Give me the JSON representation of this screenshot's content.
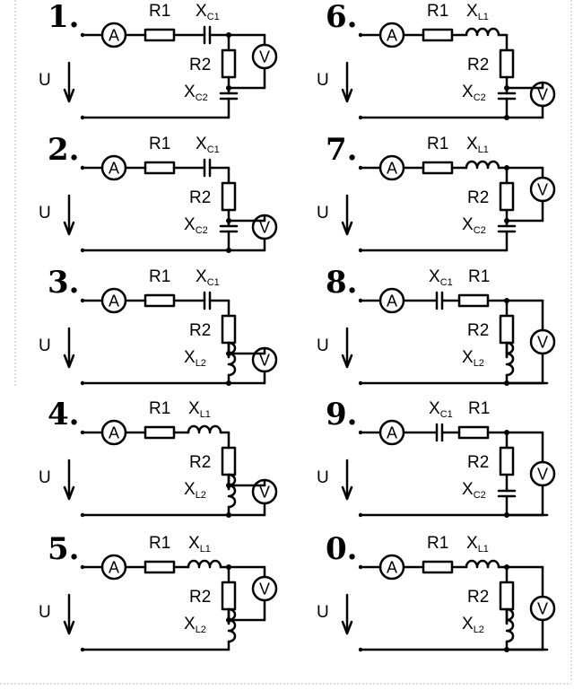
{
  "labels": {
    "voltage": "U",
    "ammeter": "A",
    "voltmeter": "V",
    "R1": "R1",
    "R2": "R2",
    "X": "X",
    "C1": "C1",
    "C2": "C2",
    "L1": "L1",
    "L2": "L2"
  },
  "circuits": [
    {
      "number": "1.",
      "first_reactive": "C1",
      "first_before_R1": false,
      "load": [
        "R2",
        "C2"
      ],
      "voltmeter_across": "R2"
    },
    {
      "number": "2.",
      "first_reactive": "C1",
      "first_before_R1": false,
      "load": [
        "R2",
        "C2"
      ],
      "voltmeter_across": "C2"
    },
    {
      "number": "3.",
      "first_reactive": "C1",
      "first_before_R1": false,
      "load": [
        "R2",
        "L2"
      ],
      "voltmeter_across": "L2"
    },
    {
      "number": "4.",
      "first_reactive": "L1",
      "first_before_R1": false,
      "load": [
        "R2",
        "L2"
      ],
      "voltmeter_across": "L2"
    },
    {
      "number": "5.",
      "first_reactive": "L1",
      "first_before_R1": false,
      "load": [
        "R2",
        "L2"
      ],
      "voltmeter_across": "R2"
    },
    {
      "number": "6.",
      "first_reactive": "L1",
      "first_before_R1": false,
      "load": [
        "R2",
        "C2"
      ],
      "voltmeter_across": "C2"
    },
    {
      "number": "7.",
      "first_reactive": "L1",
      "first_before_R1": false,
      "load": [
        "R2",
        "C2"
      ],
      "voltmeter_across": "R2"
    },
    {
      "number": "8.",
      "first_reactive": "C1",
      "first_before_R1": true,
      "load": [
        "R2",
        "L2"
      ],
      "voltmeter_across": "all"
    },
    {
      "number": "9.",
      "first_reactive": "C1",
      "first_before_R1": true,
      "load": [
        "R2",
        "C2"
      ],
      "voltmeter_across": "all"
    },
    {
      "number": "0.",
      "first_reactive": "L1",
      "first_before_R1": false,
      "load": [
        "R2",
        "L2"
      ],
      "voltmeter_across": "all"
    }
  ]
}
